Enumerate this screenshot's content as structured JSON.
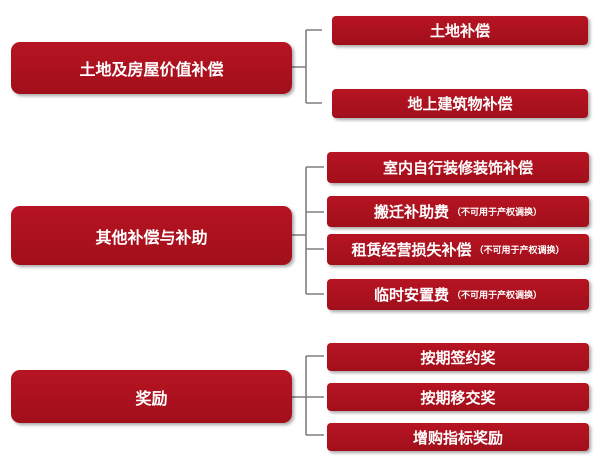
{
  "groups": [
    {
      "category": "土地及房屋价值补偿",
      "items": [
        {
          "label": "土地补偿",
          "note": ""
        },
        {
          "label": "地上建筑物补偿",
          "note": ""
        }
      ]
    },
    {
      "category": "其他补偿与补助",
      "items": [
        {
          "label": "室内自行装修装饰补偿",
          "note": ""
        },
        {
          "label": "搬迁补助费",
          "note": "（不可用于产权调换）"
        },
        {
          "label": "租赁经营损失补偿",
          "note": "（不可用于产权调换）"
        },
        {
          "label": "临时安置费",
          "note": "（不可用于产权调换）"
        }
      ]
    },
    {
      "category": "奖励",
      "items": [
        {
          "label": "按期签约奖",
          "note": ""
        },
        {
          "label": "按期移交奖",
          "note": ""
        },
        {
          "label": "增购指标奖励",
          "note": ""
        }
      ]
    }
  ],
  "colors": {
    "box": "#a80f1d",
    "connector": "#7f7f7f",
    "text": "#ffffff"
  }
}
